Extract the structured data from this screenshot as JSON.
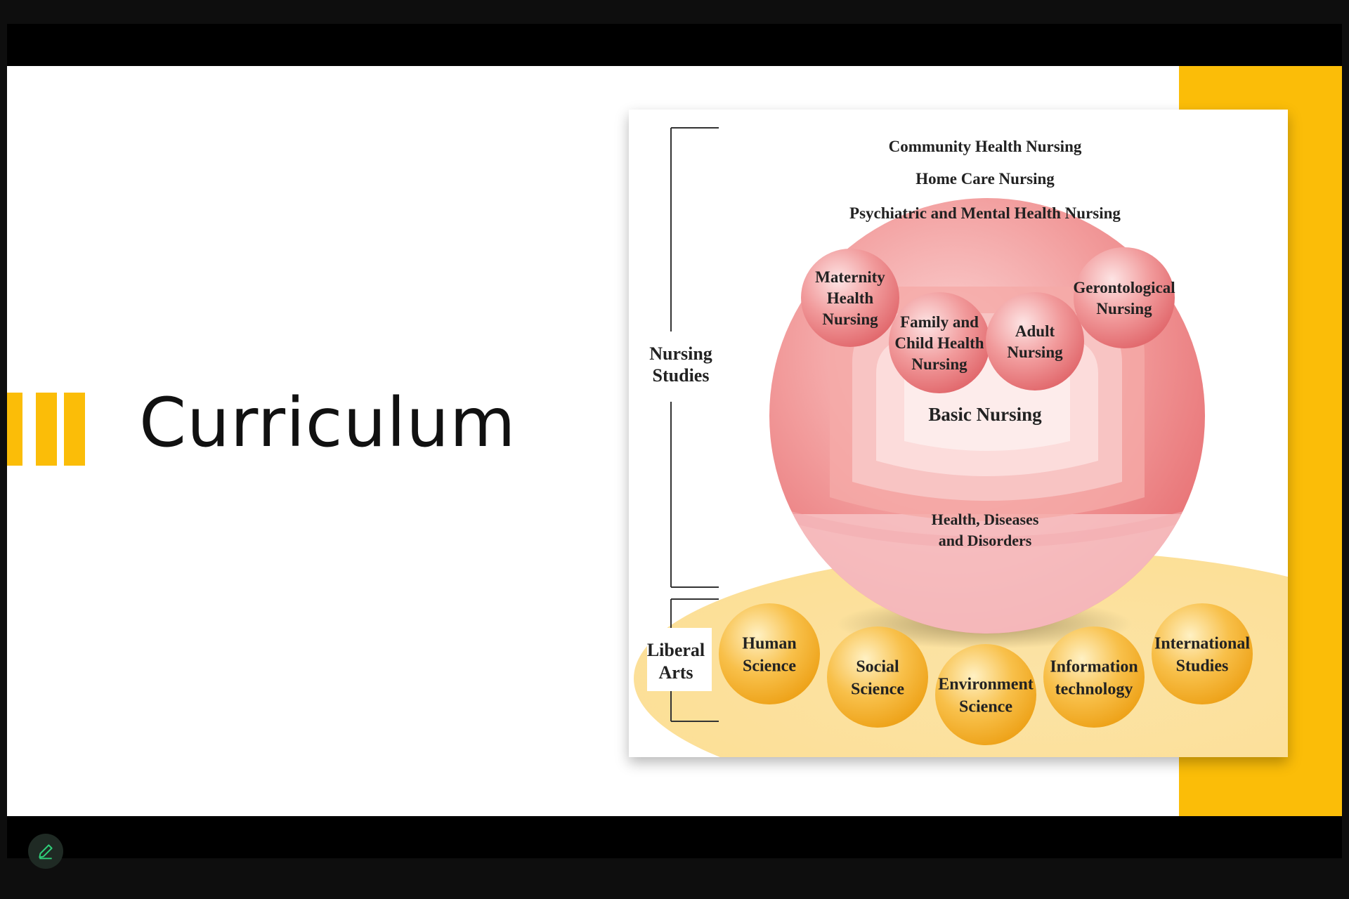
{
  "slide": {
    "title": "Curriculum"
  },
  "diagram": {
    "bracket_labels": {
      "nursing_studies": [
        "Nursing",
        "Studies"
      ],
      "liberal_arts": [
        "Liberal",
        "Arts"
      ]
    },
    "ring_labels": [
      "Community Health Nursing",
      "Home Care Nursing",
      "Psychiatric and Mental Health Nursing"
    ],
    "core_label": "Basic Nursing",
    "base_band_label": [
      "Health, Diseases",
      "and Disorders"
    ],
    "nursing_spheres": [
      {
        "lines": [
          "Maternity",
          "Health",
          "Nursing"
        ]
      },
      {
        "lines": [
          "Family and",
          "Child Health",
          "Nursing"
        ]
      },
      {
        "lines": [
          "Adult",
          "Nursing"
        ]
      },
      {
        "lines": [
          "Gerontological",
          "Nursing"
        ]
      }
    ],
    "liberal_arts_spheres": [
      {
        "lines": [
          "Human",
          "Science"
        ]
      },
      {
        "lines": [
          "Social",
          "Science"
        ]
      },
      {
        "lines": [
          "Environment",
          "Science"
        ]
      },
      {
        "lines": [
          "Information",
          "technology"
        ]
      },
      {
        "lines": [
          "International",
          "Studies"
        ]
      }
    ]
  },
  "controls": {
    "edit_icon": "pencil-icon"
  },
  "colors": {
    "accent_yellow": "#fbbd08",
    "sphere_pink": "#ef8f8f",
    "sphere_gold": "#f6b324",
    "icon_green": "#2fd17a"
  }
}
